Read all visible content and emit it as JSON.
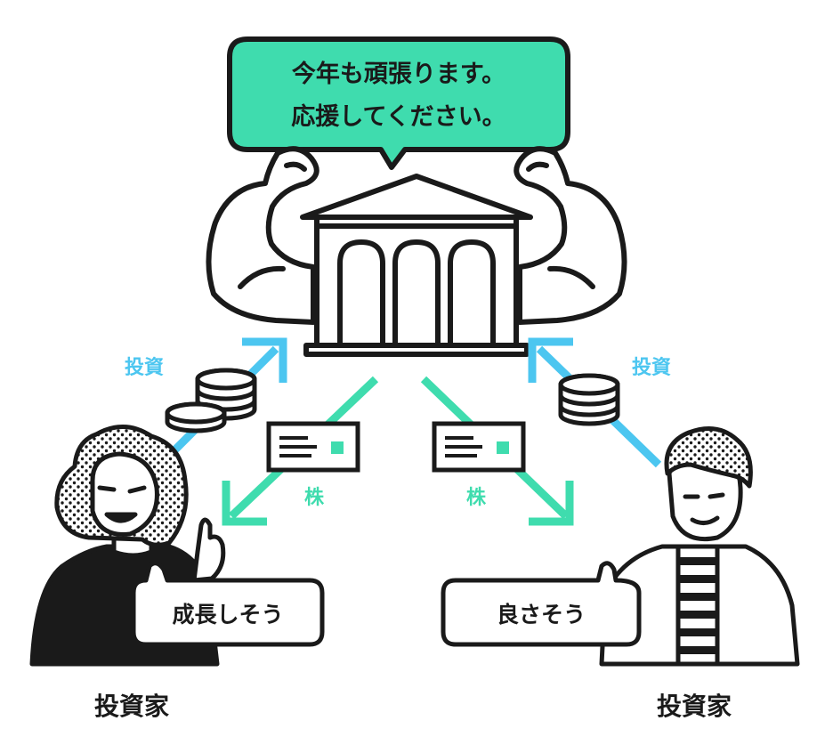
{
  "company": {
    "speech_line1": "今年も頑張ります。",
    "speech_line2": "応援してください。"
  },
  "flows": {
    "invest_left": "投資",
    "invest_right": "投資",
    "stock_left": "株",
    "stock_right": "株"
  },
  "investor_left": {
    "bubble": "成長しそう",
    "label": "投資家"
  },
  "investor_right": {
    "bubble": "良さそう",
    "label": "投資家"
  },
  "colors": {
    "green": "#3fdcae",
    "blue": "#4cc6f0",
    "ink": "#1a1a1a"
  }
}
